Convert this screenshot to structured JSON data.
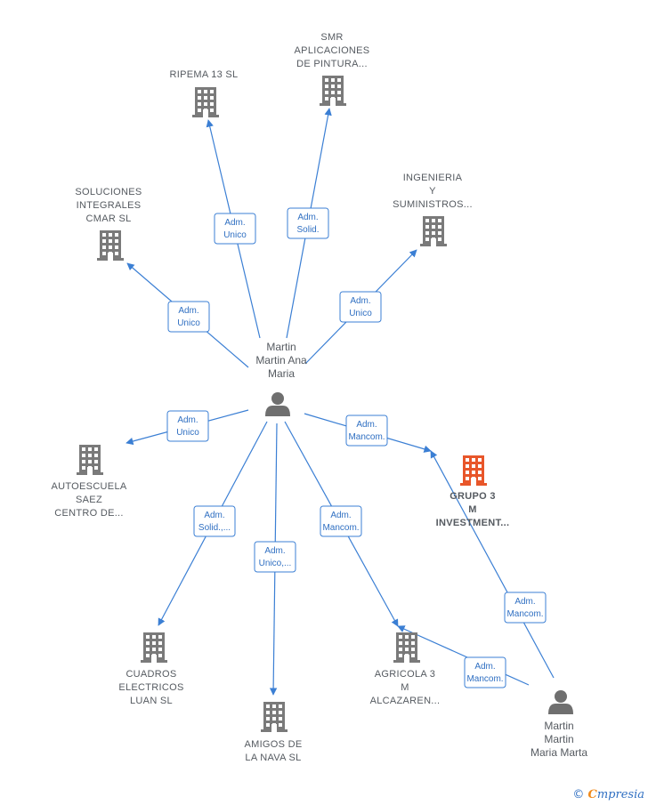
{
  "colors": {
    "edge": "#3b7fd4",
    "building": "#7a7a7a",
    "building_highlight": "#e8562a",
    "person": "#6f6f6f"
  },
  "people": [
    {
      "id": "p1",
      "icon": "person-icon",
      "lines": [
        "Martin",
        "Martin Ana",
        "Maria"
      ]
    },
    {
      "id": "p2",
      "icon": "person-icon",
      "lines": [
        "Martin",
        "Martin",
        "Maria Marta"
      ]
    }
  ],
  "companies": [
    {
      "id": "c1",
      "icon": "building-icon",
      "highlight": false,
      "lines": [
        "RIPEMA 13  SL"
      ]
    },
    {
      "id": "c2",
      "icon": "building-icon",
      "highlight": false,
      "lines": [
        "SMR",
        "APLICACIONES",
        "DE PINTURA..."
      ]
    },
    {
      "id": "c3",
      "icon": "building-icon",
      "highlight": false,
      "lines": [
        "SOLUCIONES",
        "INTEGRALES",
        "CMAR SL"
      ]
    },
    {
      "id": "c4",
      "icon": "building-icon",
      "highlight": false,
      "lines": [
        "INGENIERIA",
        "Y",
        "SUMINISTROS..."
      ]
    },
    {
      "id": "c5",
      "icon": "building-icon",
      "highlight": false,
      "lines": [
        "AUTOESCUELA",
        "SAEZ",
        "CENTRO DE..."
      ]
    },
    {
      "id": "c6",
      "icon": "building-icon",
      "highlight": true,
      "lines": [
        "GRUPO 3",
        "M",
        "INVESTMENT..."
      ]
    },
    {
      "id": "c7",
      "icon": "building-icon",
      "highlight": false,
      "lines": [
        "CUADROS",
        "ELECTRICOS",
        "LUAN  SL"
      ]
    },
    {
      "id": "c8",
      "icon": "building-icon",
      "highlight": false,
      "lines": [
        "AMIGOS DE",
        "LA NAVA SL"
      ]
    },
    {
      "id": "c9",
      "icon": "building-icon",
      "highlight": false,
      "lines": [
        "AGRICOLA 3",
        "M",
        "ALCAZAREN..."
      ]
    }
  ],
  "edges": [
    {
      "from": "p1",
      "to": "c1",
      "label": [
        "Adm.",
        "Unico"
      ]
    },
    {
      "from": "p1",
      "to": "c2",
      "label": [
        "Adm.",
        "Solid."
      ]
    },
    {
      "from": "p1",
      "to": "c3",
      "label": [
        "Adm.",
        "Unico"
      ]
    },
    {
      "from": "p1",
      "to": "c4",
      "label": [
        "Adm.",
        "Unico"
      ]
    },
    {
      "from": "p1",
      "to": "c5",
      "label": [
        "Adm.",
        "Unico"
      ]
    },
    {
      "from": "p1",
      "to": "c6",
      "label": [
        "Adm.",
        "Mancom."
      ]
    },
    {
      "from": "p1",
      "to": "c7",
      "label": [
        "Adm.",
        "Solid.,..."
      ]
    },
    {
      "from": "p1",
      "to": "c8",
      "label": [
        "Adm.",
        "Unico,..."
      ]
    },
    {
      "from": "p1",
      "to": "c9",
      "label": [
        "Adm.",
        "Mancom."
      ]
    },
    {
      "from": "p2",
      "to": "c6",
      "label": [
        "Adm.",
        "Mancom."
      ]
    },
    {
      "from": "p2",
      "to": "c9",
      "label": [
        "Adm.",
        "Mancom."
      ]
    }
  ],
  "brand": {
    "copyright": "©",
    "first_letter": "C",
    "rest": "mpresia"
  }
}
